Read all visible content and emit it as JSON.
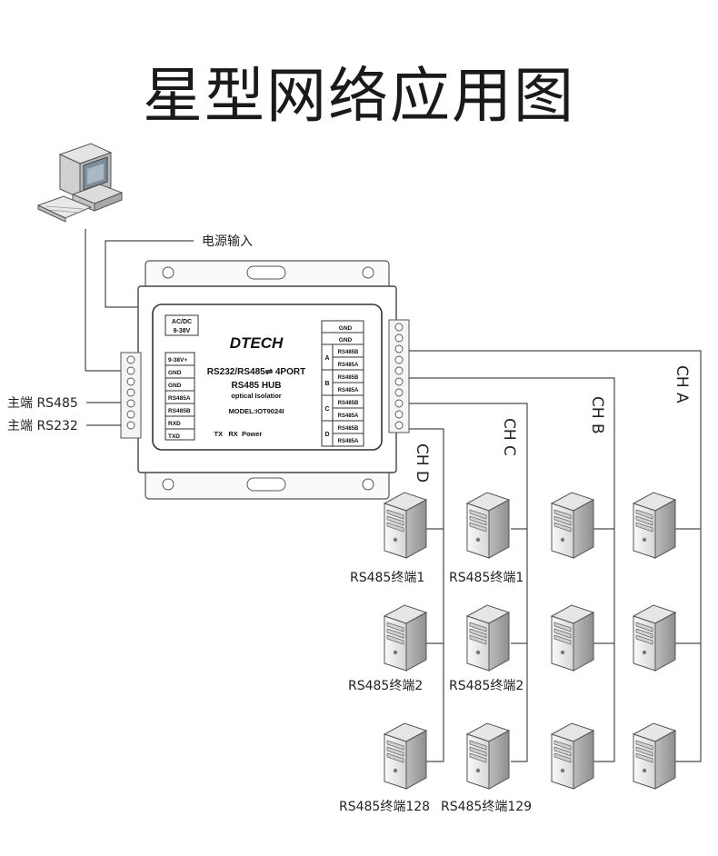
{
  "title": "星型网络应用图",
  "labels": {
    "power_input": "电源输入",
    "master_rs485": "主端 RS485",
    "master_rs232": "主端 RS232"
  },
  "device": {
    "brand": "DTECH",
    "power_block": [
      "AC/DC",
      "9-38V"
    ],
    "left_terminals": [
      "9-38V+",
      "GND",
      "GND",
      "RS485A",
      "RS485B",
      "RXD",
      "TXD"
    ],
    "heading": "RS232/RS485⇌ 4PORT",
    "model_line1": "RS485 HUB",
    "model_line2": "optical Isolatior",
    "model": "MODEL:IOT9024I",
    "leds": "TX   RX  Power",
    "right_gnd": [
      "GND",
      "GND"
    ],
    "ports": [
      {
        "letter": "A",
        "b": "RS485B",
        "a": "RS485A"
      },
      {
        "letter": "B",
        "b": "RS485B",
        "a": "RS485A"
      },
      {
        "letter": "C",
        "b": "RS485B",
        "a": "RS485A"
      },
      {
        "letter": "D",
        "b": "RS485B",
        "a": "RS485A"
      }
    ]
  },
  "channels": [
    "CH A",
    "CH B",
    "CH C",
    "CH D"
  ],
  "terminals": {
    "d1": "RS485终端1",
    "c1": "RS485终端1",
    "d2": "RS485终端2",
    "c2": "RS485终端2",
    "d3": "RS485终端128",
    "c3": "RS485终端129"
  },
  "colors": {
    "line": "#4a4a4a",
    "device_fill": "#ffffff",
    "server_light": "#f0f0f0",
    "server_dark": "#9a9a9a"
  }
}
